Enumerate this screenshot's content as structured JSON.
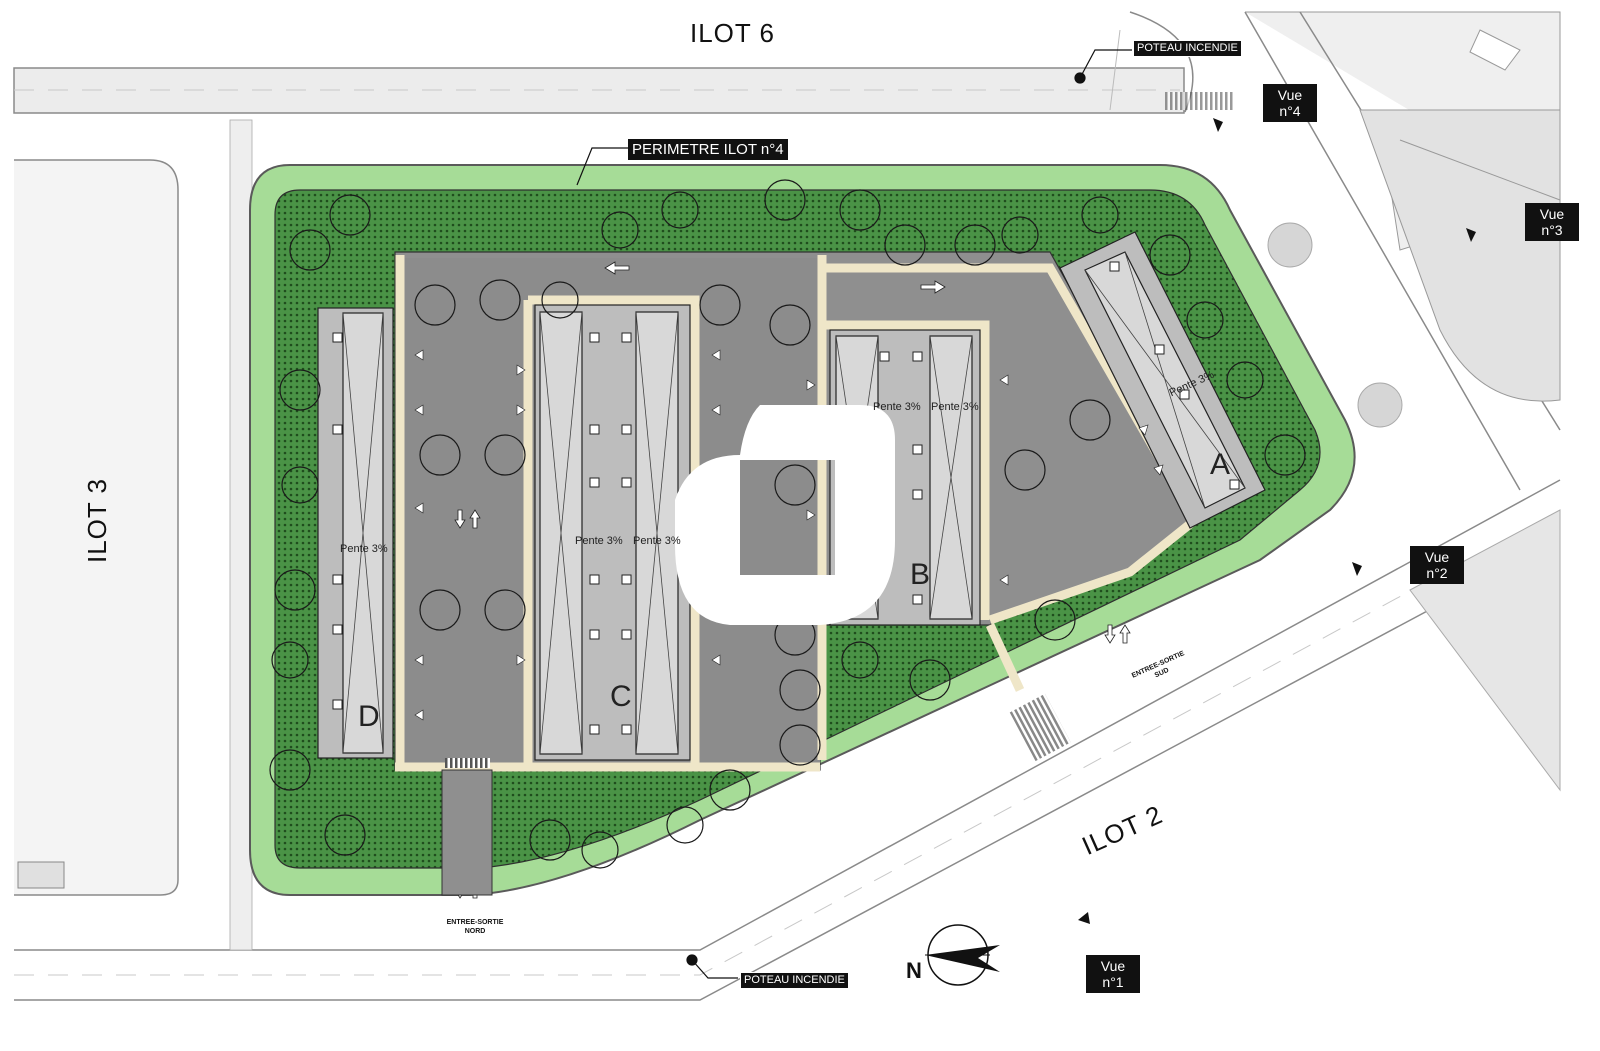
{
  "zones": {
    "ilot6": "ILOT 6",
    "ilot3": "ILOT 3",
    "ilot2": "ILOT 2"
  },
  "callouts": {
    "perimetre": "PERIMETRE ILOT n°4",
    "poteau_top": "POTEAU INCENDIE",
    "poteau_bottom": "POTEAU INCENDIE"
  },
  "views": {
    "vue4": [
      "Vue",
      "n°4"
    ],
    "vue3": [
      "Vue",
      "n°3"
    ],
    "vue2": [
      "Vue",
      "n°2"
    ],
    "vue1": [
      "Vue",
      "n°1"
    ]
  },
  "buildings": {
    "A": "A",
    "B": "B",
    "C": "C",
    "D": "D"
  },
  "slopes": {
    "d": "Pente 3%",
    "c1": "Pente 3%",
    "c2": "Pente 3%",
    "b1": "Pente 3%",
    "b2": "Pente 3%",
    "a": "Pente 3%"
  },
  "entrances": {
    "nord": [
      "ENTREE-SORTIE",
      "NORD"
    ],
    "sud": [
      "ENTREE-SORTIE",
      "SUD"
    ]
  },
  "compass": {
    "north_letter": "N"
  },
  "colors": {
    "green_border": "#9bd38c",
    "tree_area": "#3f8a3a",
    "parking": "#8f8f8f",
    "building_roof": "#c9c9c9",
    "walkway": "#efe6c8",
    "road": "#e4e4e4"
  }
}
